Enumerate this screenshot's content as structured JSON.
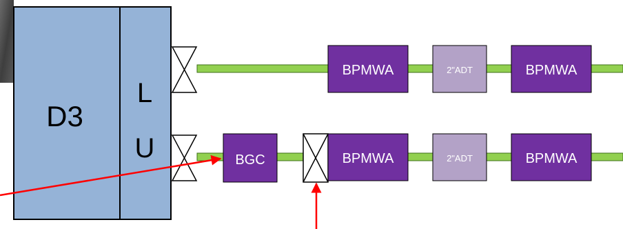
{
  "magnet": {
    "name": "D3",
    "top_label": "L",
    "bottom_label": "U",
    "fill": "#95b3d7",
    "stroke": "#000000"
  },
  "upper_line": {
    "components": [
      "BPMWA",
      "2\"ADT",
      "BPMWA"
    ]
  },
  "lower_line": {
    "components": [
      "BGC",
      "BPMWA",
      "2\"ADT",
      "BPMWA"
    ]
  },
  "colors": {
    "beam_pipe": "#92d050",
    "beam_pipe_stroke": "#3f6f1a",
    "device_dark": "#7030a0",
    "device_light": "#b3a2c7",
    "valve_fill": "#ffffff",
    "arrow": "#ff0000",
    "photo_corner": "#4a4a4a"
  },
  "icons": {
    "valve": "gate-valve-icon",
    "arrow": "pointer-arrow-icon"
  }
}
